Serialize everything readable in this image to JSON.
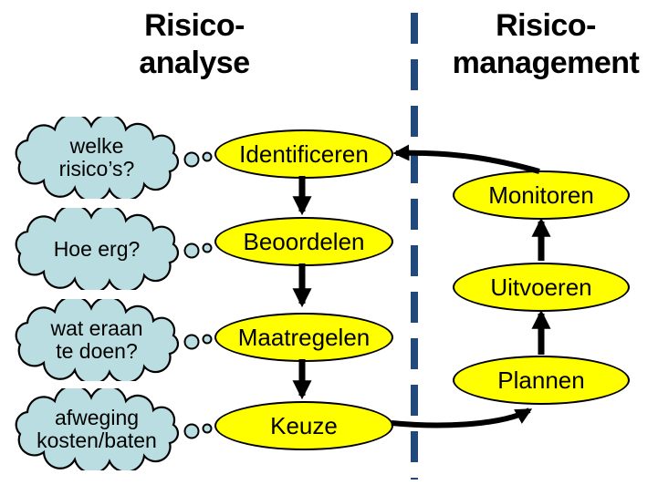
{
  "analysis": {
    "title": "Risico-\nanalyse",
    "steps": [
      "Identificeren",
      "Beoordelen",
      "Maatregelen",
      "Keuze"
    ],
    "thoughts": [
      "welke\nrisico’s?",
      "Hoe erg?",
      "wat eraan\nte doen?",
      "afweging\nkosten/baten"
    ]
  },
  "management": {
    "title": "Risico-\nmanagement",
    "steps": [
      "Monitoren",
      "Uitvoeren",
      "Plannen"
    ]
  },
  "colors": {
    "step_fill": "#FFFF00",
    "step_border": "#000000",
    "cloud_fill": "#B9DDE0",
    "cloud_border": "#000000",
    "divider": "#21497B",
    "arrow": "#000000",
    "title_text": "#000000"
  }
}
